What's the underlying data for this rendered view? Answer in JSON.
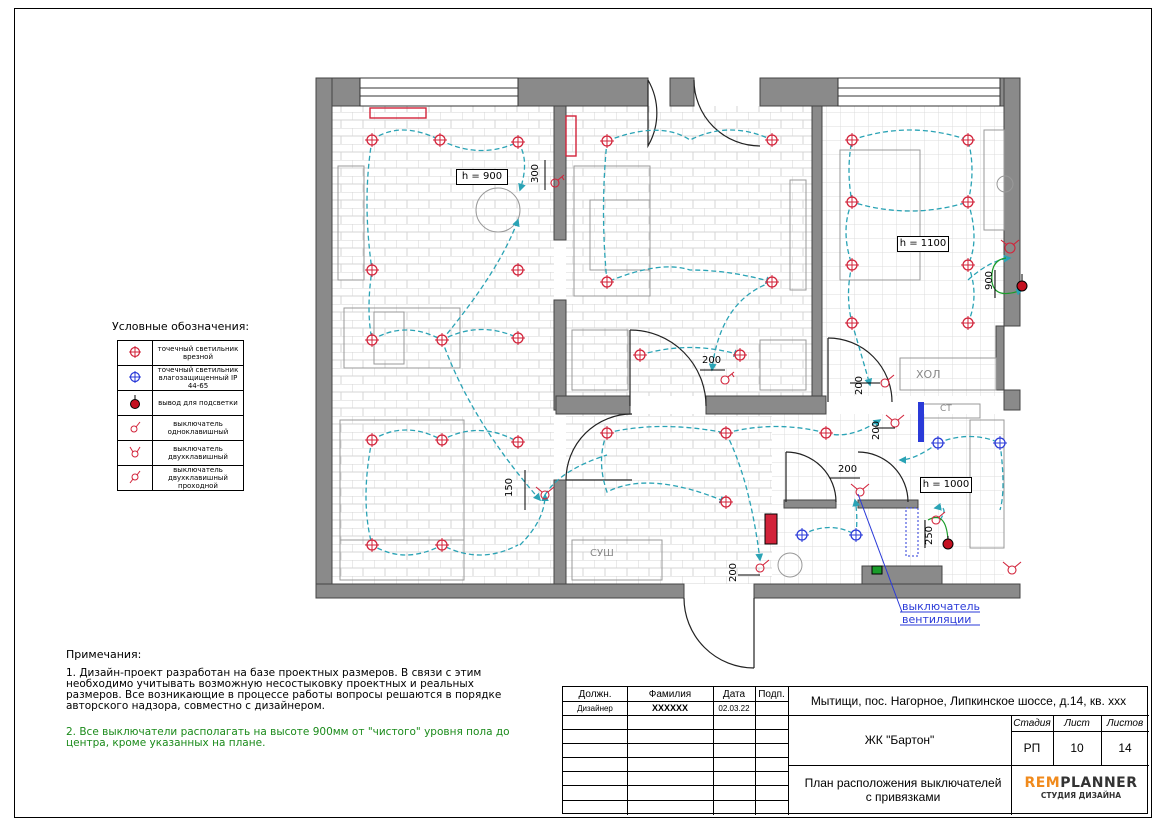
{
  "legend": {
    "title": "Условные обозначения:",
    "items": [
      {
        "icon": "ceiling-spotlight-icon",
        "label": "точечный светильник врезной"
      },
      {
        "icon": "waterproof-spotlight-icon",
        "label": "точечный светильник влагозащищенный IP 44-65"
      },
      {
        "icon": "backlight-output-icon",
        "label": "вывод для подсветки"
      },
      {
        "icon": "single-switch-icon",
        "label": "выключатель одноклавишный"
      },
      {
        "icon": "double-switch-icon",
        "label": "выключатель двухклавишный"
      },
      {
        "icon": "double-passthrough-switch-icon",
        "label": "выключатель двухклавишный проходной"
      }
    ]
  },
  "plan": {
    "height_tags": [
      "h = 900",
      "h = 1100",
      "h = 1000"
    ],
    "dimensions": [
      "300",
      "900",
      "150",
      "200",
      "200",
      "200",
      "200",
      "200",
      "250"
    ],
    "room_labels": [
      "ХОЛ",
      "СТ",
      "СУШ"
    ],
    "callout": [
      "выключатель",
      "вентиляции"
    ]
  },
  "notes": {
    "title": "Примечания:",
    "items": [
      "1. Дизайн-проект разработан на базе проектных размеров. В связи с этим необходимо учитывать возможную несостыковку проектных и реальных размеров. Все возникающие в процессе работы вопросы решаются в порядке авторского надзора, совместно с дизайнером.",
      "2. Все выключатели располагать на высоте 900мм от \"чистого\" уровня пола до центра, кроме указанных на плане."
    ]
  },
  "title_block": {
    "headers": {
      "position": "Должн.",
      "surname": "Фамилия",
      "date": "Дата",
      "signature": "Подп."
    },
    "row": {
      "position": "Дизайнер",
      "surname": "XXXXXX",
      "date": "02.03.22"
    },
    "address": "Мытищи, пос. Нагорное, Липкинское шоссе, д.14, кв. xxx",
    "project": "ЖК \"Бартон\"",
    "stage_label": "Стадия",
    "sheet_label": "Лист",
    "sheets_label": "Листов",
    "stage": "РП",
    "sheet": "10",
    "sheets": "14",
    "drawing_title": "План расположения выключателей с привязками",
    "logo_main": "REMPLANNER",
    "logo_sub": "СТУДИЯ ДИЗАЙНА"
  },
  "colors": {
    "fixture": "#d2233a",
    "waterproof": "#2a3ad8",
    "wire": "#2aa3b5",
    "wall": "#7a7a7a",
    "note_green": "#1a8a1a",
    "logo_orange": "#f08a1c"
  }
}
